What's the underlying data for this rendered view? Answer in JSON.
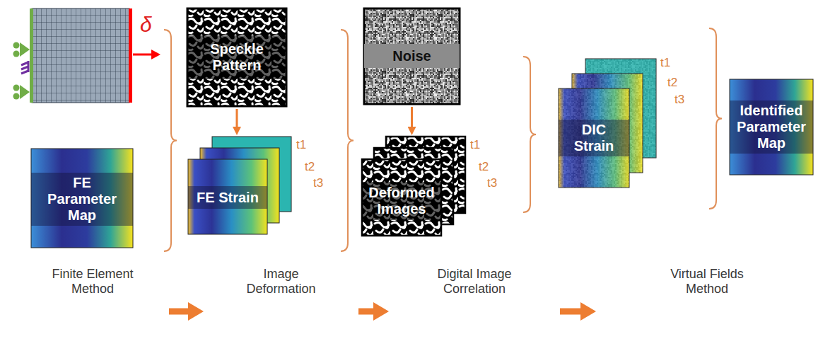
{
  "diagram": {
    "nodes": [
      {
        "text": [
          "FE Parameter Map"
        ]
      },
      {
        "text": [
          "Speckle Pattern"
        ]
      },
      {
        "text": [
          "FE Strain"
        ]
      },
      {
        "text": [
          "Noise"
        ]
      },
      {
        "text": [
          "Deformed Images"
        ]
      },
      {
        "text": [
          "DIC Strain"
        ]
      },
      {
        "text": [
          "Identified Parameter Map"
        ]
      },
      {
        "text": [
          "Finite Element Method"
        ]
      },
      {
        "text": [
          "Image Deformation"
        ]
      },
      {
        "text": [
          "Digital Image Correlation"
        ]
      },
      {
        "text": [
          "Virtual Fields Method"
        ]
      }
    ],
    "edges": [
      {
        "from": 1,
        "to": 2,
        "arrow": "to"
      },
      {
        "from": 3,
        "to": 4,
        "arrow": "to"
      },
      {
        "from": 7,
        "to": 8,
        "arrow": "to"
      },
      {
        "from": 8,
        "to": 9,
        "arrow": "to"
      },
      {
        "from": 9,
        "to": 10,
        "arrow": "to"
      }
    ],
    "labels": [
      "δ",
      "t1",
      "t2",
      "t3",
      "t1",
      "t2",
      "t3",
      "t1",
      "t2",
      "t3"
    ]
  }
}
